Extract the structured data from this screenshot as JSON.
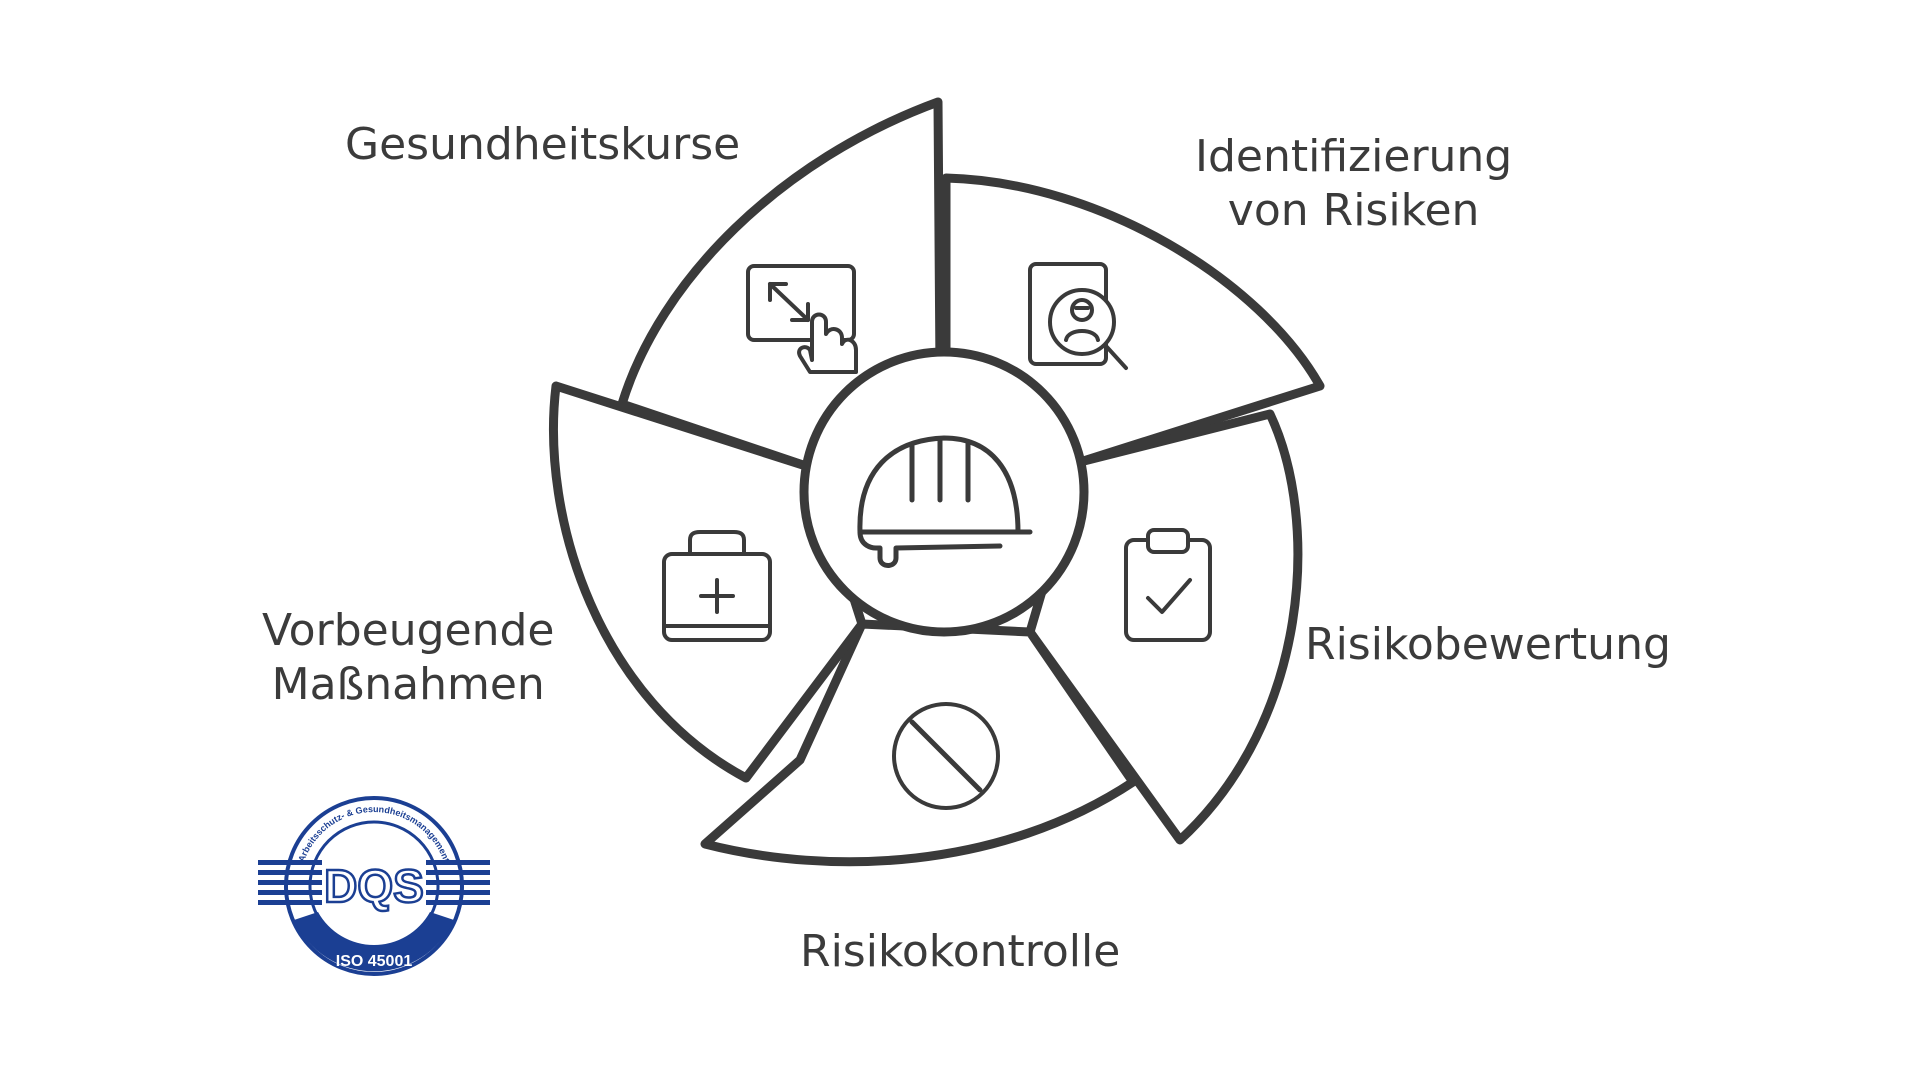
{
  "segments": [
    {
      "id": "gesundheitskurse",
      "lines": [
        "Gesundheitskurse"
      ],
      "icon": "touch-screen-expand-icon"
    },
    {
      "id": "identifizierung",
      "lines": [
        "Identifizierung",
        "von Risiken"
      ],
      "icon": "person-search-icon"
    },
    {
      "id": "risikobewertung",
      "lines": [
        "Risikobewertung"
      ],
      "icon": "clipboard-check-icon"
    },
    {
      "id": "risikokontrolle",
      "lines": [
        "Risikokontrolle"
      ],
      "icon": "prohibition-icon"
    },
    {
      "id": "vorbeugende",
      "lines": [
        "Vorbeugende",
        "Maßnahmen"
      ],
      "icon": "first-aid-kit-icon"
    }
  ],
  "center": {
    "icon": "hard-hat-icon"
  },
  "logo": {
    "ring_text": "Arbeitsschutz- & Gesundheitsmanagement",
    "brand": "DQS",
    "standard": "ISO 45001",
    "color": "#1b3f93"
  },
  "colors": {
    "stroke": "#3a3a3a",
    "text": "#3b3b3b",
    "background": "#ffffff"
  }
}
